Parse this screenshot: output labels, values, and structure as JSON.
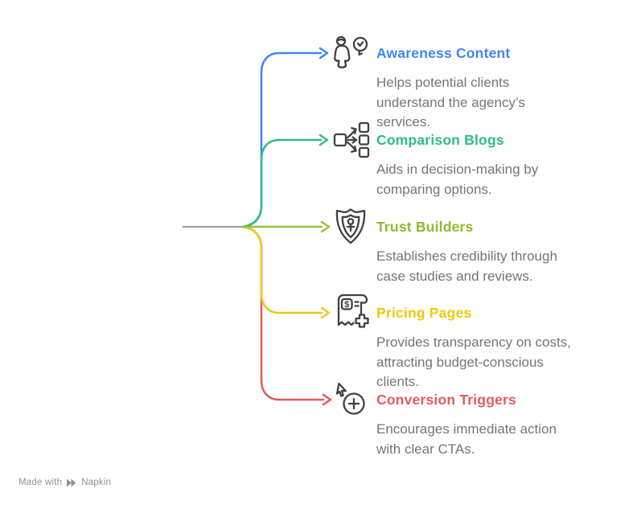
{
  "diagram": {
    "background": "#FFFFFF",
    "trunk_color": "#9E9E9E",
    "icon_color": "#3F4245",
    "description_color": "#757575",
    "items": [
      {
        "title": "Awareness Content",
        "color": "#4285F4",
        "icon": "person-lightbulb-icon",
        "description": "Helps potential clients\nunderstand the agency’s\nservices."
      },
      {
        "title": "Comparison Blogs",
        "color": "#2EBD85",
        "icon": "comparison-branch-icon",
        "description": "Aids in decision-making by\ncomparing options."
      },
      {
        "title": "Trust Builders",
        "color": "#8FBB2C",
        "icon": "shield-person-icon",
        "description": "Establishes credibility through\ncase studies and reviews."
      },
      {
        "title": "Pricing Pages",
        "color": "#F0C808",
        "icon": "pricing-receipt-icon",
        "description": "Provides transparency on costs,\nattracting budget-conscious\nclients."
      },
      {
        "title": "Conversion Triggers",
        "color": "#E25C5C",
        "icon": "cursor-plus-icon",
        "description": "Encourages immediate action\nwith clear CTAs."
      }
    ]
  },
  "footer": {
    "made_with": "Made with",
    "brand": "Napkin",
    "icon": "fast-forward-icon",
    "color": "#8E9299"
  }
}
